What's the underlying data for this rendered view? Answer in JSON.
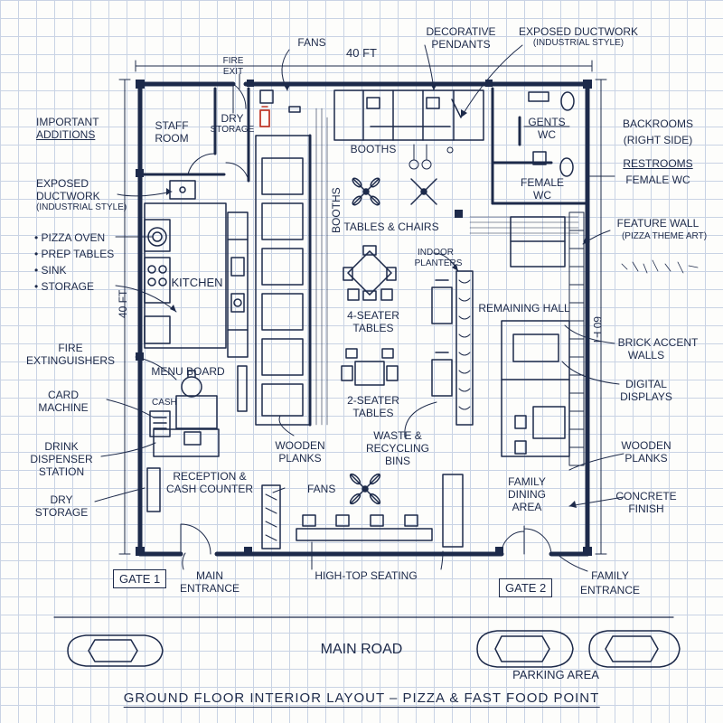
{
  "title": "GROUND FLOOR INTERIOR LAYOUT – PIZZA & FAST FOOD POINT",
  "dimensions": {
    "width": "40 FT",
    "left_height": "40 FT",
    "right_height": "60 FT"
  },
  "road_label": "MAIN ROAD",
  "parking_label": "PARKING AREA",
  "gates": {
    "gate1": "GATE 1",
    "gate2": "GATE 2"
  },
  "left_notes": {
    "important_additions": "IMPORTANT ADDITIONS",
    "exposed_ductwork_1": "EXPOSED",
    "exposed_ductwork_2": "DUCTWORK",
    "exposed_ductwork_3": "(INDUSTRIAL STYLE)",
    "kitchen_list": [
      "• PIZZA OVEN",
      "• PREP TABLES",
      "• SINK",
      "• STORAGE"
    ],
    "fire_1": "FIRE",
    "fire_2": "EXTINGUISHERS",
    "card_1": "CARD",
    "card_2": "MACHINE",
    "drink_1": "DRINK",
    "drink_2": "DISPENSER",
    "drink_3": "STATION",
    "dry_1": "DRY",
    "dry_2": "STORAGE"
  },
  "right_notes": {
    "backrooms_1": "BACKROOMS",
    "backrooms_2": "(RIGHT SIDE)",
    "restrooms": "RESTROOMS",
    "female_wc": "FEMALE WC",
    "feature_1": "FEATURE WALL",
    "feature_2": "(PIZZA THEME ART)",
    "brick_1": "BRICK ACCENT",
    "brick_2": "WALLS",
    "digital_1": "DIGITAL",
    "digital_2": "DISPLAYS",
    "wooden_1": "WOODEN",
    "wooden_2": "PLANKS",
    "concrete_1": "CONCRETE",
    "concrete_2": "FINISH"
  },
  "top_notes": {
    "fire_exit_1": "FIRE",
    "fire_exit_2": "EXIT",
    "fans": "FANS",
    "pendants_1": "DECORATIVE",
    "pendants_2": "PENDANTS",
    "ductwork_1": "EXPOSED DUCTWORK",
    "ductwork_2": "(INDUSTRIAL STYLE)"
  },
  "rooms": {
    "staff_1": "STAFF",
    "staff_2": "ROOM",
    "dry_1": "DRY",
    "dry_2": "STORAGE",
    "kitchen": "KITCHEN",
    "menu_board": "MENU BOARD",
    "cash": "CASH",
    "reception_1": "RECEPTION &",
    "reception_2": "CASH COUNTER",
    "gents_1": "GENTS",
    "gents_2": "WC",
    "female_1": "FEMALE",
    "female_2": "WC",
    "booths_top": "BOOTHS",
    "booths_vert": "BOOTHS",
    "tables_chairs": "TABLES & CHAIRS",
    "indoor_1": "INDOOR",
    "indoor_2": "PLANTERS",
    "remaining_hall": "REMAINING HALL",
    "four_1": "4-SEATER",
    "four_2": "TABLES",
    "two_1": "2-SEATER",
    "two_2": "TABLES",
    "waste_1": "WASTE &",
    "waste_2": "RECYCLING",
    "waste_3": "BINS",
    "wooden_1": "WOODEN",
    "wooden_2": "PLANKS",
    "fans": "FANS",
    "family_1": "FAMILY",
    "family_2": "DINING",
    "family_3": "AREA"
  },
  "bottom_notes": {
    "main_1": "MAIN",
    "main_2": "ENTRANCE",
    "hightop": "HIGH-TOP SEATING",
    "family_1": "FAMILY",
    "family_2": "ENTRANCE"
  },
  "colors": {
    "ink": "#1d2a4a",
    "grid": "#c9d3e4",
    "paper": "#fdfdfb",
    "accent_red": "#c0392b"
  }
}
